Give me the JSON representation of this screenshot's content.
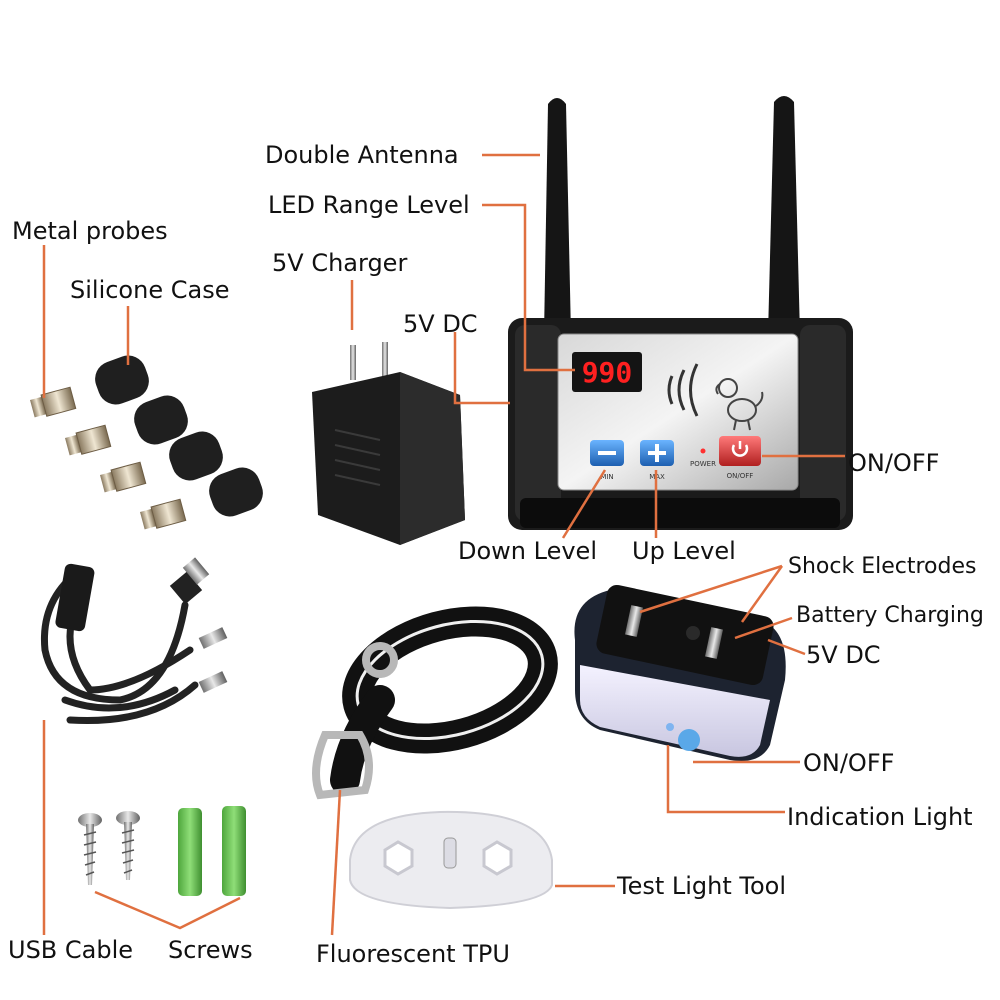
{
  "labels": {
    "double_antenna": "Double Antenna",
    "led_range_level": "LED Range Level",
    "metal_probes": "Metal probes",
    "silicone_case": "Silicone Case",
    "charger": "5V Charger",
    "dc_transmitter": "5V DC",
    "on_off_transmitter": "ON/OFF",
    "down_level": "Down Level",
    "up_level": "Up Level",
    "shock_electrodes": "Shock Electrodes",
    "battery_charging": "Battery Charging",
    "dc_receiver": "5V DC",
    "on_off_receiver": "ON/OFF",
    "indication_light": "Indication Light",
    "test_light_tool": "Test Light Tool",
    "usb_cable": "USB Cable",
    "screws": "Screws",
    "fluorescent_tpu": "Fluorescent TPU"
  },
  "transmitter": {
    "display": "990",
    "min_label": "MIN",
    "max_label": "MAX",
    "power_label": "POWER",
    "onoff_label": "ON/OFF"
  },
  "colors": {
    "leader_line": "#e07040",
    "led_digits": "#ff2020",
    "button_blue": "#2a7fd8",
    "button_red": "#d83a3a",
    "screw_anchor": "#6cc35a"
  },
  "icons": [
    "antenna-icon",
    "signal-waves-icon",
    "dog-icon",
    "minus-icon",
    "plus-icon",
    "power-icon"
  ]
}
